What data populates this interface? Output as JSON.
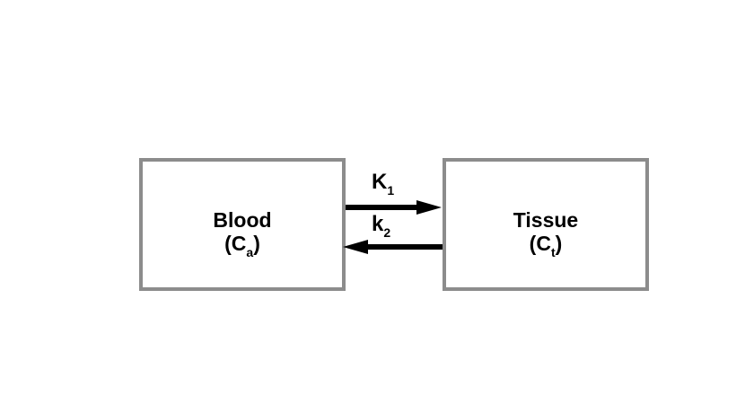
{
  "figure": {
    "background": "#ffffff",
    "box_border_color": "#8c8c8c",
    "ink_color": "#000000"
  },
  "compartments": [
    {
      "name": "Blood",
      "symbol_open": "(C",
      "symbol_sub": "a",
      "symbol_close": ")"
    },
    {
      "name": "Tissue",
      "symbol_open": "(C",
      "symbol_sub": "t",
      "symbol_close": ")"
    }
  ],
  "rate_constants": [
    {
      "base": "K",
      "sub": "1",
      "direction": "right"
    },
    {
      "base": "k",
      "sub": "2",
      "direction": "left"
    }
  ]
}
